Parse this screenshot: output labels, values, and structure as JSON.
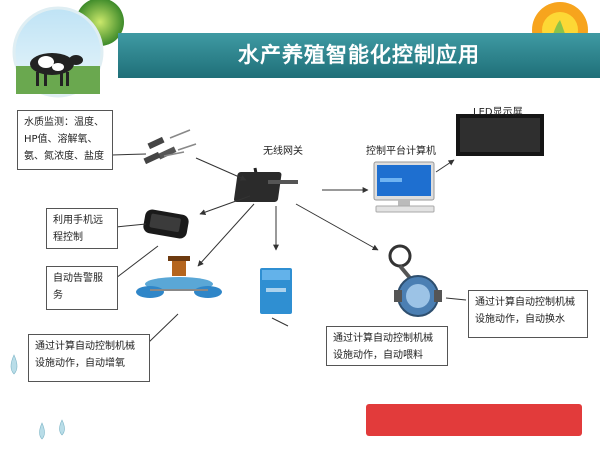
{
  "header": {
    "title": "水产养殖智能化控制应用"
  },
  "nodes": {
    "water_monitor": "水质监测：温度、HP值、溶解氧、氨、氮浓度、盐度",
    "gateway": "无线网关",
    "platform": "控制平台计算机",
    "led": "LED显示屏",
    "phone": "利用手机远程控制",
    "alarm": "自动告警服务",
    "oxygen": "通过计算自动控制机械设施动作，自动增氧",
    "feed": "通过计算自动控制机械设施动作，自动喂料",
    "water_change": "通过计算自动控制机械设施动作，自动换水"
  },
  "colors": {
    "title_bar": "#2b7f88",
    "red_bar": "#e23b3b",
    "screen_blue": "#1e6fd0"
  }
}
